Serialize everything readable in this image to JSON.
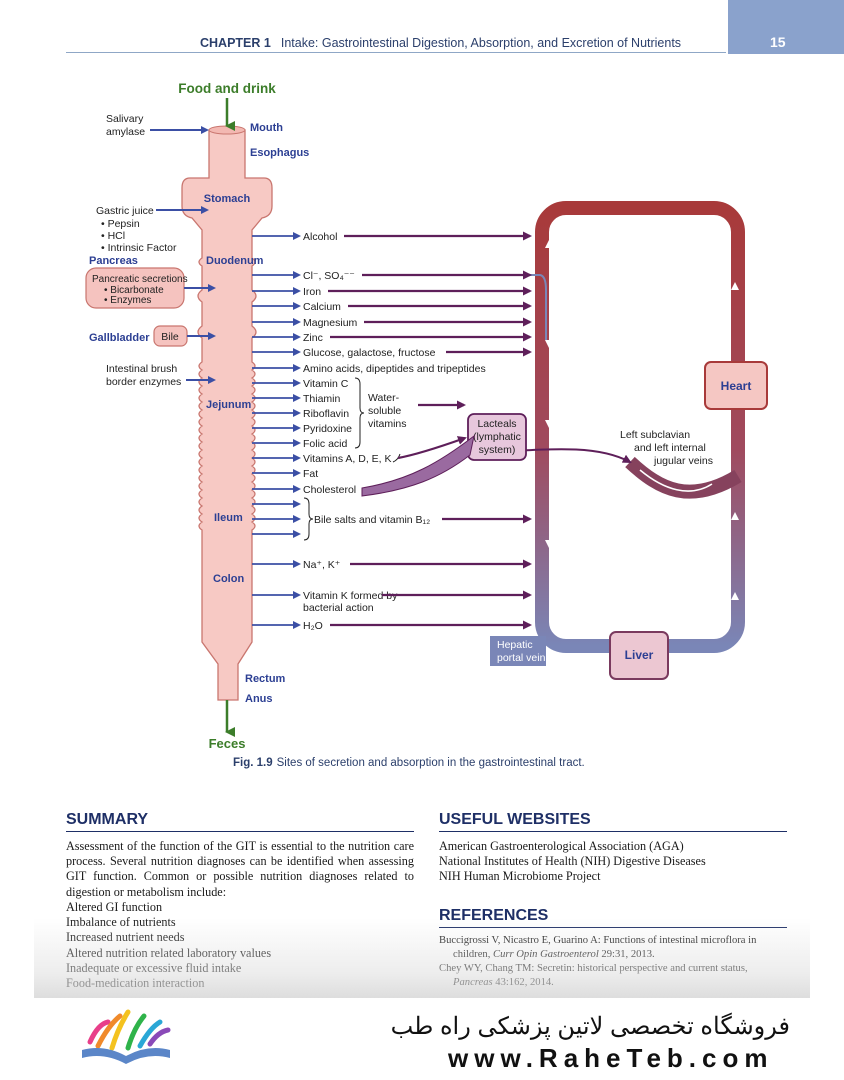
{
  "header": {
    "chapter": "CHAPTER 1",
    "title": "Intake: Gastrointestinal Digestion, Absorption, and Excretion of Nutrients",
    "page_number": "15"
  },
  "figure": {
    "top_label": "Food and drink",
    "bottom_label": "Feces",
    "caption_label": "Fig. 1.9",
    "caption_text": "Sites of secretion and absorption in the gastrointestinal tract.",
    "organs": {
      "mouth": "Mouth",
      "esophagus": "Esophagus",
      "stomach": "Stomach",
      "duodenum": "Duodenum",
      "jejunum": "Jejunum",
      "ileum": "Ileum",
      "colon": "Colon",
      "rectum": "Rectum",
      "anus": "Anus"
    },
    "inputs": {
      "salivary_1": "Salivary",
      "salivary_2": "amylase",
      "gastric_title": "Gastric juice",
      "gastric_1": "• Pepsin",
      "gastric_2": "• HCl",
      "gastric_3": "• Intrinsic Factor",
      "pancreas": "Pancreas",
      "pancreatic_title": "Pancreatic secretions",
      "pancreatic_1": "• Bicarbonate",
      "pancreatic_2": "• Enzymes",
      "gallbladder": "Gallbladder",
      "bile": "Bile",
      "brush_1": "Intestinal brush",
      "brush_2": "border enzymes"
    },
    "absorbed": {
      "alcohol": "Alcohol",
      "chloride": "Cl⁻, SO₄⁻⁻",
      "iron": "Iron",
      "calcium": "Calcium",
      "magnesium": "Magnesium",
      "zinc": "Zinc",
      "sugars": "Glucose, galactose, fructose",
      "amino": "Amino acids, dipeptides and tripeptides",
      "vitc": "Vitamin C",
      "thiamin": "Thiamin",
      "riboflavin": "Riboflavin",
      "pyridoxine": "Pyridoxine",
      "folic": "Folic acid",
      "ws_1": "Water-",
      "ws_2": "soluble",
      "ws_3": "vitamins",
      "fatsol": "Vitamins A, D, E, K",
      "fat": "Fat",
      "cholesterol": "Cholesterol",
      "bile_salts": "Bile salts and vitamin B₁₂",
      "nak": "Na⁺, K⁺",
      "vitk_1": "Vitamin K formed by",
      "vitk_2": "bacterial action",
      "water": "H₂O"
    },
    "circulation": {
      "lacteals_1": "Lacteals",
      "lacteals_2": "(lymphatic",
      "lacteals_3": "system)",
      "subclavian_1": "Left subclavian",
      "subclavian_2": "and left internal",
      "subclavian_3": "jugular veins",
      "heart": "Heart",
      "liver": "Liver",
      "portal_1": "Hepatic",
      "portal_2": "portal vein"
    }
  },
  "summary": {
    "heading": "SUMMARY",
    "paragraph": "Assessment of the function of the GIT is essential to the nutrition care process. Several nutrition diagnoses can be identified when assessing GIT function. Common or possible nutrition diagnoses related to digestion or metabolism include:",
    "items": [
      "Altered GI function",
      "Imbalance of nutrients",
      "Increased nutrient needs",
      "Altered nutrition related laboratory values",
      "Inadequate or excessive fluid intake",
      "Food-medication interaction"
    ]
  },
  "websites": {
    "heading": "USEFUL WEBSITES",
    "items": [
      "American Gastroenterological Association (AGA)",
      "National Institutes of Health (NIH) Digestive Diseases",
      "NIH Human Microbiome Project"
    ]
  },
  "references": {
    "heading": "REFERENCES",
    "ref1_a": "Buccigrossi V, Nicastro E, Guarino A: Functions of intestinal microflora in children, ",
    "ref1_journal": "Curr Opin Gastroenterol",
    "ref1_b": " 29:31, 2013.",
    "ref2_a": "Chey WY, Chang TM: Secretin: historical perspective and current status, ",
    "ref2_journal": "Pancreas",
    "ref2_b": " 43:162, 2014."
  },
  "watermark": {
    "persian": "فروشگاه تخصصی لاتین پزشکی راه طب",
    "url": "www.RaheTeb.com"
  },
  "colors": {
    "blue_arrow": "#3b4fa5",
    "purple_arrow": "#5e1f5a",
    "green_arrow": "#3c7d2a",
    "gi_fill": "#f7c9c4",
    "organ_text": "#2c3f93",
    "vein_red": "#a83a3a",
    "vein_blue": "#7a86b7"
  }
}
